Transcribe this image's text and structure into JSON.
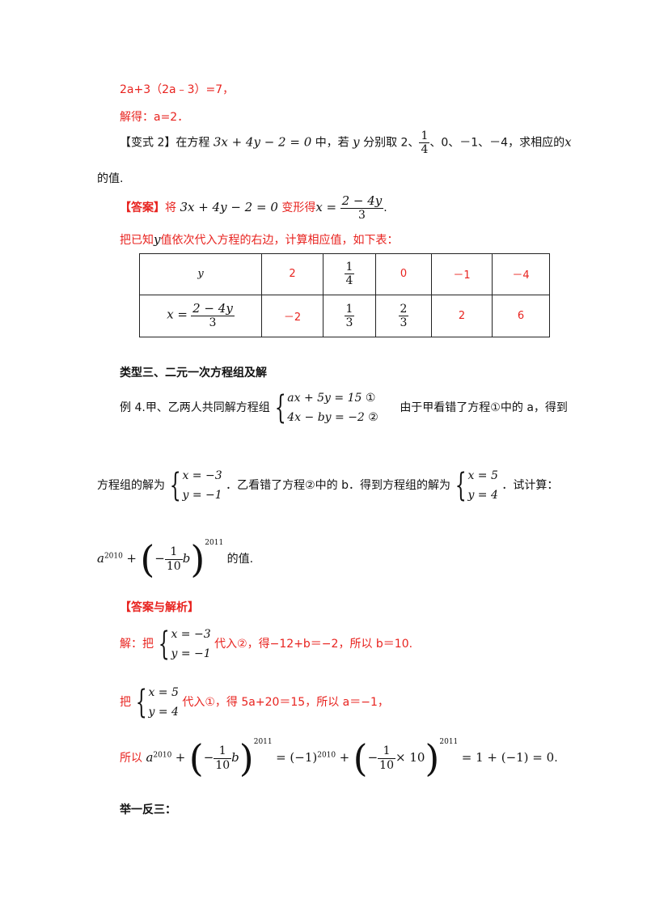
{
  "lines": {
    "l1": "2a+3（2a﹣3）=7，",
    "l2": "解得：a=2．",
    "variant_label": "【变式 2】",
    "variant_text_a": "在方程",
    "variant_eq": "3x + 4y − 2 = 0",
    "variant_text_b": "中，若",
    "variant_y": "y",
    "variant_text_c": "分别取 2、",
    "variant_frac_num": "1",
    "variant_frac_den": "4",
    "variant_text_d": "、0、－1、－4，求相应的",
    "variant_x": "x",
    "variant_text_e": "的值.",
    "answer_label": "【答案】",
    "answer_text_a": "将",
    "answer_eq": "3x + 4y − 2 = 0",
    "answer_text_b": "变形得",
    "answer_x_eq": "x =",
    "answer_frac_num": "2 − 4y",
    "answer_frac_den": "3",
    "answer_end": ".",
    "sub_text_a": "把已知",
    "sub_y": "y",
    "sub_text_b": "值依次代入方程的右边，计算相应值，如下表："
  },
  "table": {
    "row1_header": "y",
    "row1": [
      "2",
      "1/4",
      "0",
      "－1",
      "－4"
    ],
    "row2_header_left": "x =",
    "row2_header_num": "2 − 4y",
    "row2_header_den": "3",
    "row2": [
      "－2",
      "1/3",
      "2/3",
      "2",
      "6"
    ]
  },
  "section3": {
    "heading": "类型三、二元一次方程组及解",
    "ex_label": "例 4.",
    "ex_text_a": "甲、乙两人共同解方程组",
    "sys_eq1": "ax + 5y = 15",
    "sys_eq1_tag": "①",
    "sys_eq2": "4x − by = −2",
    "sys_eq2_tag": "②",
    "ex_text_b": "由于甲看错了方程①中的 a，得到",
    "ex_text_c": "方程组的解为",
    "sol1_x": "x = −3",
    "sol1_y": "y = −1",
    "ex_text_d": "．乙看错了方程②中的 b．得到方程组的解为",
    "sol2_x": "x = 5",
    "sol2_y": "y = 4",
    "ex_text_e": "．试计算：",
    "expr_a": "a",
    "expr_a_sup": "2010",
    "expr_plus": "+",
    "expr_minus": "−",
    "expr_frac_num": "1",
    "expr_frac_den": "10",
    "expr_b": "b",
    "expr_sup": "2011",
    "expr_tail": "的值."
  },
  "solution": {
    "label": "【答案与解析】",
    "s1_a": "解：把",
    "s1_x": "x = −3",
    "s1_y": "y = −1",
    "s1_b": "代入②，得−12+b＝−2，所以 b＝10.",
    "s2_a": "把",
    "s2_x": "x = 5",
    "s2_y": "y = 4",
    "s2_b": "代入①，得 5a+20＝15，所以 a＝−1，",
    "s3_a": "所以",
    "s3_mid1": "= (−1)",
    "s3_sup_2010": "2010",
    "s3_frac_times": "× 10",
    "s3_end": "= 1 + (−1) = 0",
    "s3_dot": "."
  },
  "practice": {
    "heading": "举一反三："
  }
}
